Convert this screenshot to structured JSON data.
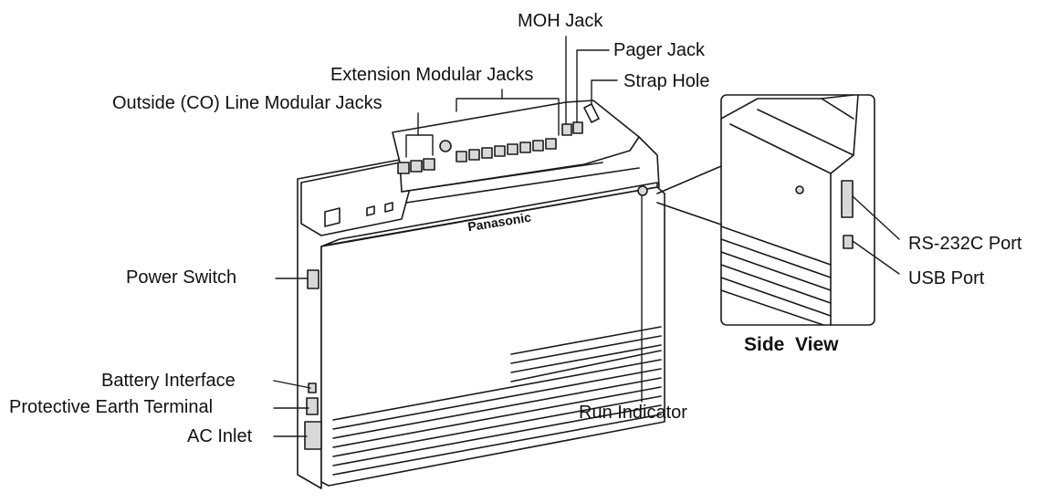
{
  "brand": "Panasonic",
  "labels": {
    "moh_jack": "MOH Jack",
    "pager_jack": "Pager Jack",
    "extension_jacks": "Extension Modular Jacks",
    "strap_hole": "Strap Hole",
    "co_line_jacks": "Outside (CO) Line Modular Jacks",
    "power_switch": "Power Switch",
    "battery_interface": "Battery Interface",
    "earth_terminal": "Protective Earth Terminal",
    "ac_inlet": "AC Inlet",
    "run_indicator": "Run Indicator",
    "rs232c_port": "RS-232C Port",
    "usb_port": "USB Port",
    "side_view": "Side  View"
  },
  "colors": {
    "line": "#1a1a1a",
    "fill": "#ffffff",
    "shade": "#d8d8d8"
  }
}
